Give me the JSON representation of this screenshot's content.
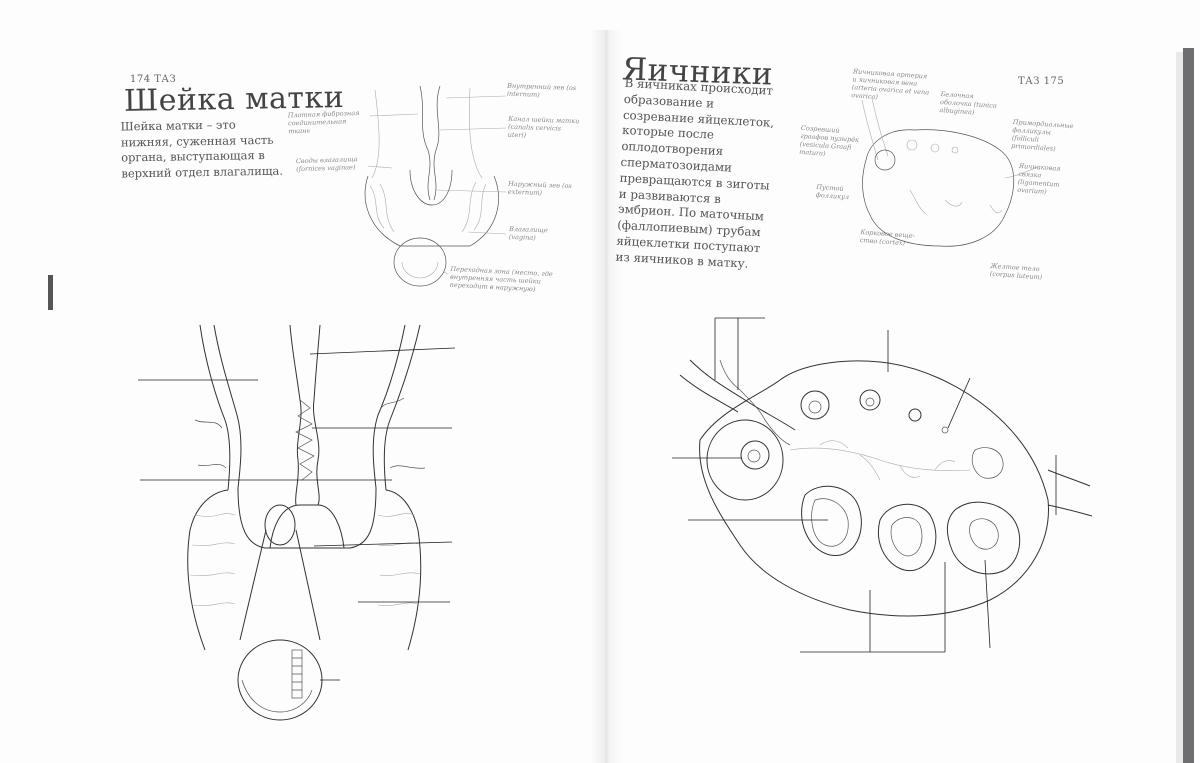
{
  "left_page": {
    "folio": "174 ТАЗ",
    "title": "Шейка матки",
    "intro": "Шейка матки – это нижняя, суженная часть органа, выступающая в верхний отдел влагалища.",
    "captions": {
      "fibrous": "Плотная фиброзная соединительная ткань",
      "fornix": "Своды влагалища (fornices vaginae)",
      "internal_os": "Внутренний зев (os internum)",
      "canal": "Канал шейки матки (canalis cervicis uteri)",
      "external_os": "Наружный зев (os externum)",
      "vagina": "Влагалище (vagina)",
      "transition": "Переходная зона (место, где внутренняя часть шейки переходит в наружную)"
    }
  },
  "right_page": {
    "folio": "ТАЗ 175",
    "title": "Яичники",
    "intro": "В яичниках происходит образование и созревание яйцеклеток, которые после оплодотворения сперматозоидами превращаются в зиготы и развиваются в эмбрион. По маточным (фаллопиевым) трубам яйцеклетки поступают из яичников в матку.",
    "captions": {
      "artery": "Яичниковая артерия и яичниковая вена (arteria ovarica et vena ovarica)",
      "albuginea": "Белочная оболочка (tunica albuginea)",
      "primordial": "Примордиальные фолликулы (folliculi primordiales)",
      "graafian": "Созревший граафов пузырёк (vesicula Graafi matura)",
      "ligament": "Яичниковая связка (ligamentum ovarium)",
      "empty": "Пустой фолликул",
      "cortex": "Корковое веще-ство (cortex)",
      "luteum": "Желтое тело (corpus luteum)"
    }
  }
}
